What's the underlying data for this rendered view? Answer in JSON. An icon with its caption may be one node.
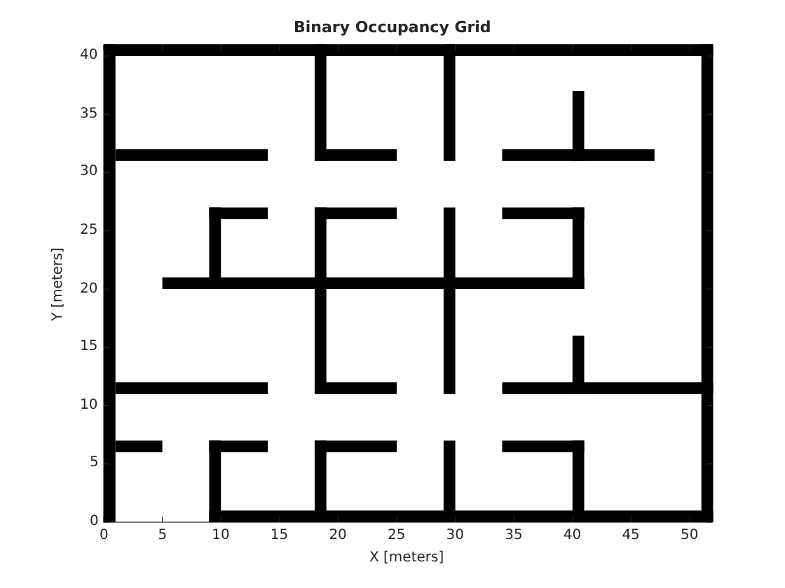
{
  "diagram": {
    "title": "Binary Occupancy Grid",
    "labels": [
      "40",
      "35",
      "30",
      "25",
      "20",
      "15",
      "10",
      "5",
      "0",
      "0",
      "5",
      "10",
      "15",
      "20",
      "25",
      "30",
      "35",
      "40",
      "45",
      "50",
      "X [meters]",
      "Y [meters]"
    ]
  }
}
